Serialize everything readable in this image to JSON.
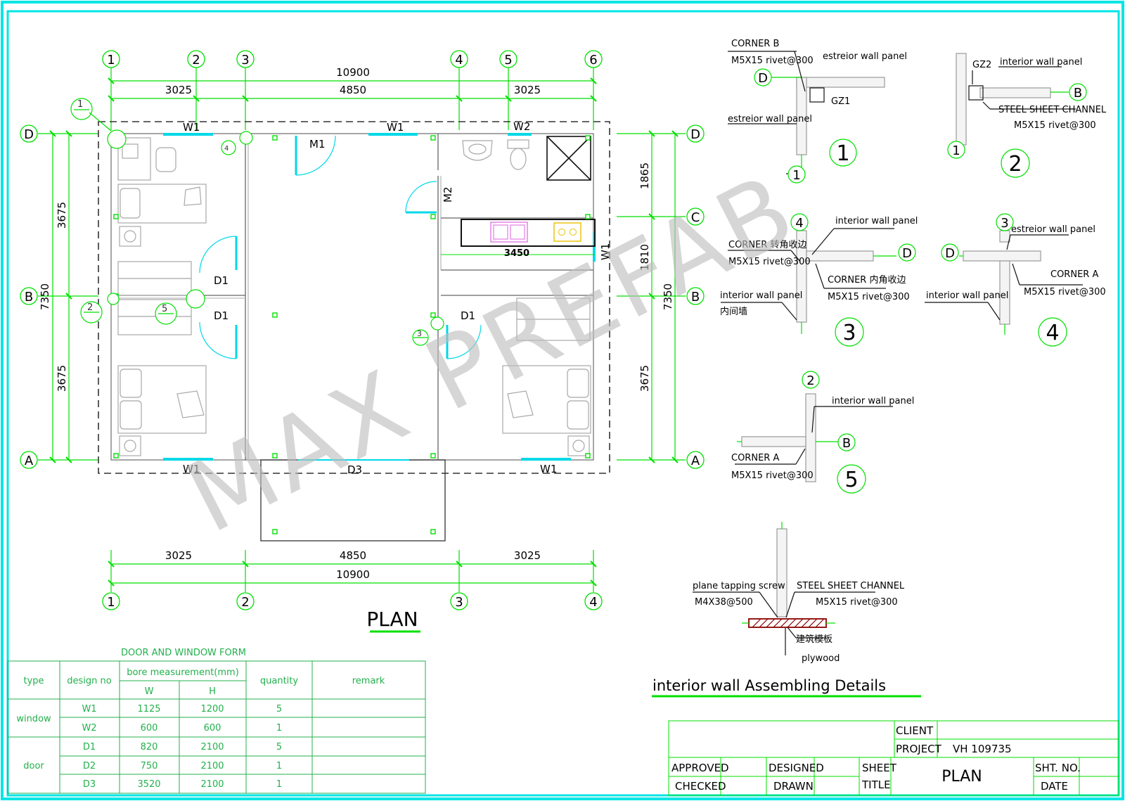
{
  "watermark": "MAX PREFAB",
  "plan": {
    "title": "PLAN",
    "axes_top": [
      "1",
      "2",
      "3",
      "4",
      "5",
      "6"
    ],
    "axes_bottom": [
      "1",
      "2",
      "3",
      "4"
    ],
    "axes_left": [
      "D",
      "B",
      "A"
    ],
    "axes_right": [
      "D",
      "C",
      "B",
      "A"
    ],
    "dim_top_total": "10900",
    "dim_top_parts": [
      "3025",
      "4850",
      "3025"
    ],
    "dim_bottom_parts": [
      "3025",
      "4850",
      "3025"
    ],
    "dim_bottom_total": "10900",
    "dim_left_total": "7350",
    "dim_left_parts": [
      "3675",
      "3675"
    ],
    "dim_right_total": "7350",
    "dim_right_parts": [
      "1865",
      "1810",
      "3675"
    ],
    "counter_length": "3450",
    "labels": {
      "w1": "W1",
      "w2": "W2",
      "m1": "M1",
      "m2": "M2",
      "d1": "D1",
      "d3": "D3"
    },
    "detail_markers": [
      "1",
      "2",
      "3",
      "4",
      "5"
    ]
  },
  "details": {
    "d1": {
      "corner": "CORNER B",
      "rivet": "M5X15 rivet@300",
      "ext_top": "estreior wall panel",
      "ext_side": "estreior wall panel",
      "gz": "GZ1",
      "axis_d": "D",
      "axis_1": "1",
      "number": "1"
    },
    "d2": {
      "gz": "GZ2",
      "int": "interior wall panel",
      "channel": "STEEL SHEET CHANNEL",
      "rivet": "M5X15 rivet@300",
      "axis_b": "B",
      "axis_1": "1",
      "number": "2"
    },
    "d3": {
      "corner1": "CORNER 转角收边",
      "rivet1": "M5X15 rivet@300",
      "int_top": "interior wall panel",
      "corner2": "CORNER 内角收边",
      "rivet2": "M5X15 rivet@300",
      "int_side": "interior wall panel",
      "int_side_cn": "内间墙",
      "axis_4": "4",
      "axis_d": "D",
      "number": "3"
    },
    "d4": {
      "ext": "estreior wall panel",
      "corner": "CORNER A",
      "rivet": "M5X15 rivet@300",
      "int": "interior wall panel",
      "axis_3": "3",
      "axis_d": "D",
      "number": "4"
    },
    "d5": {
      "int": "interior wall panel",
      "corner": "CORNER A",
      "rivet": "M5X15 rivet@300",
      "axis_2": "2",
      "axis_b": "B",
      "number": "5"
    },
    "floor": {
      "screw": "plane tapping screw",
      "screw_spec": "M4X38@500",
      "channel": "STEEL SHEET CHANNEL",
      "rivet": "M5X15 rivet@300",
      "board_cn": "建筑模板",
      "board": "plywood"
    },
    "title": "interior wall Assembling Details"
  },
  "door_window_form": {
    "title": "DOOR AND WINDOW FORM",
    "headers": {
      "type": "type",
      "design_no": "design no",
      "bore": "bore measurement(mm)",
      "w": "W",
      "h": "H",
      "quantity": "quantity",
      "remark": "remark"
    },
    "groups": [
      {
        "type": "window",
        "rows": [
          {
            "no": "W1",
            "w": "1125",
            "h": "1200",
            "qty": "5"
          },
          {
            "no": "W2",
            "w": "600",
            "h": "600",
            "qty": "1"
          }
        ]
      },
      {
        "type": "door",
        "rows": [
          {
            "no": "D1",
            "w": "820",
            "h": "2100",
            "qty": "5"
          },
          {
            "no": "D2",
            "w": "750",
            "h": "2100",
            "qty": "1"
          },
          {
            "no": "D3",
            "w": "3520",
            "h": "2100",
            "qty": "1"
          }
        ]
      }
    ]
  },
  "title_block": {
    "client_label": "CLIENT",
    "client_value": "",
    "project_label": "PROJECT",
    "project_value": "VH 109735",
    "approved": "APPROVED",
    "checked": "CHECKED",
    "designed": "DESIGNED",
    "drawn": "DRAWN",
    "sheet_title": "SHEET\nTITLE",
    "sheet_title_line1": "SHEET",
    "sheet_title_line2": "TITLE",
    "title_value": "PLAN",
    "sht_no": "SHT. NO.",
    "date": "DATE"
  },
  "colors": {
    "frame": "#00e5e5",
    "grid": "#00e000",
    "table": "#22b14c",
    "window": "#00d8e8",
    "furniture": "#a8a8a8",
    "sink": "#e060e0",
    "stove": "#e8c000",
    "watermark": "#bdbdbd",
    "watermark_square": "#c8e88a"
  }
}
